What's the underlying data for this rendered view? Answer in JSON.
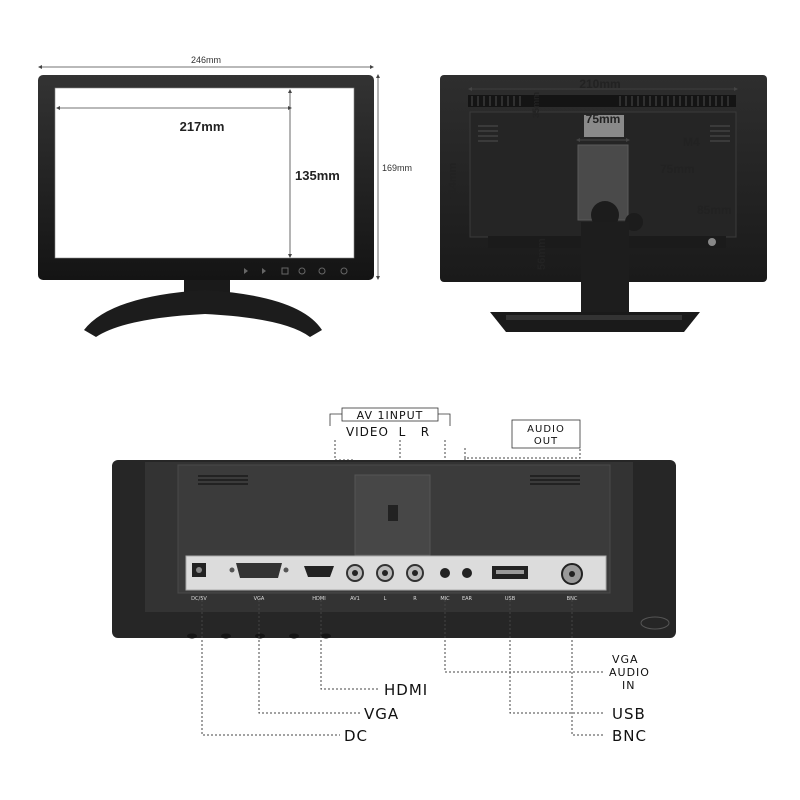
{
  "front_view": {
    "overall_width": "246mm",
    "screen_width": "217mm",
    "screen_height": "135mm",
    "overall_height": "169mm"
  },
  "rear_view": {
    "overall_width": "210mm",
    "top_offset": "35mm",
    "mount_width": "75mm",
    "screw_type": "M4",
    "mount_height": "75mm",
    "overall_height": "114mm",
    "side_offset": "85mm",
    "bottom_offset": "56mm"
  },
  "io_panel": {
    "av_input_title": "AV 1INPUT",
    "av_input_channels": "VIDEO  L   R",
    "audio_out": [
      "AUDIO",
      "OUT"
    ],
    "port_tags": [
      "DC/5V",
      "VGA",
      "HDMI",
      "AV1",
      "L",
      "R",
      "MIC",
      "EAR",
      "USB",
      "BNC"
    ],
    "callouts": {
      "hdmi": "HDMI",
      "vga": "VGA",
      "dc": "DC",
      "vga_audio_in": [
        "VGA",
        "AUDIO",
        "IN"
      ],
      "usb": "USB",
      "bnc": "BNC"
    }
  },
  "colors": {
    "bezel": "#1e1e1e",
    "housing": "#2b2b2b",
    "panel": "#e6e6e6",
    "dim_line": "#444444"
  }
}
